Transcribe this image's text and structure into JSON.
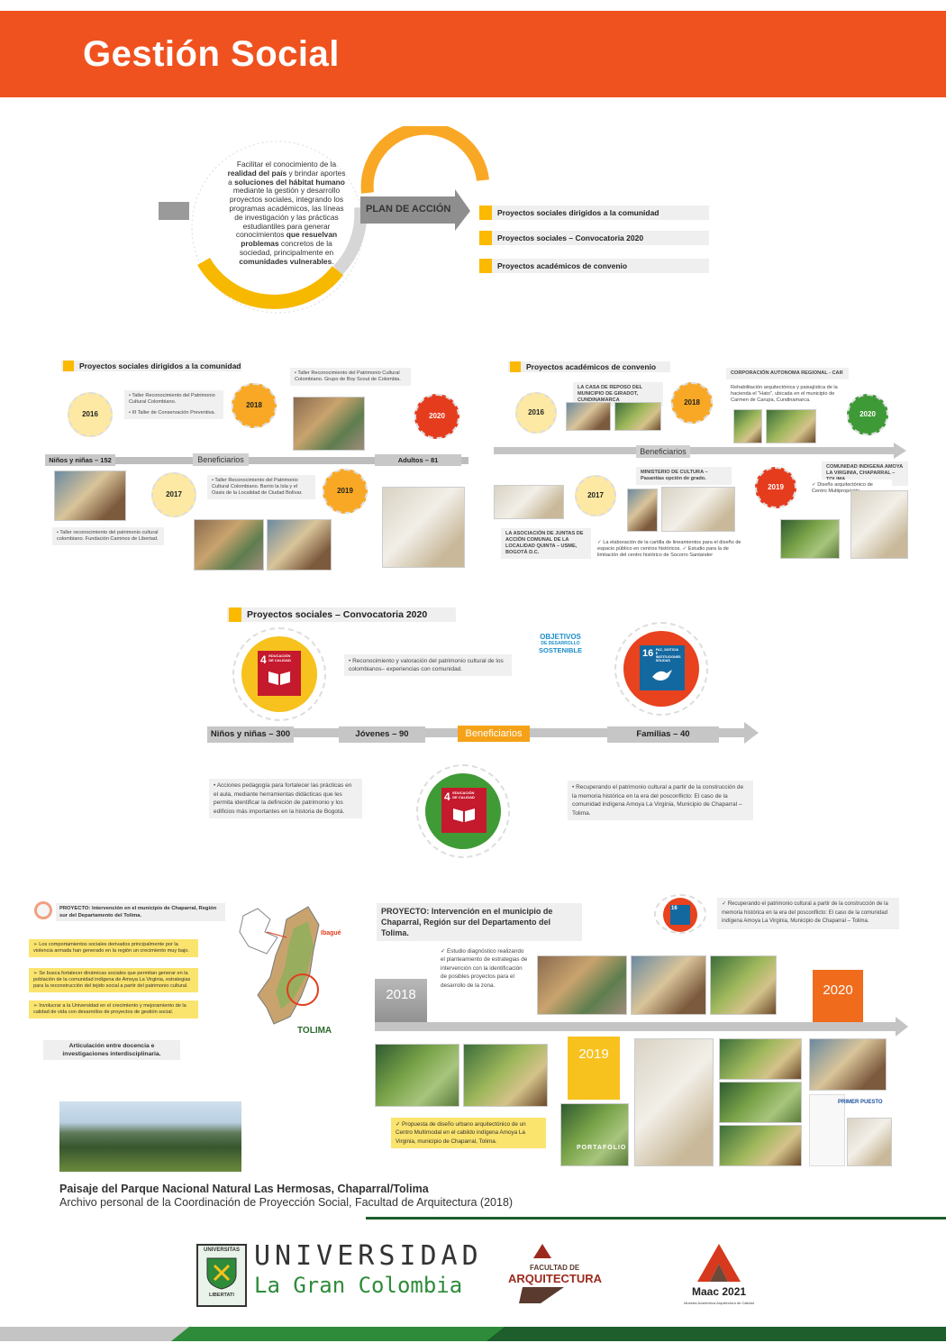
{
  "header": {
    "title": "Gestión Social"
  },
  "plan": {
    "intro_1": "Facilitar el conocimiento de la",
    "intro_2": "realidad del país",
    "intro_3": " y brindar aportes a",
    "intro_4": "soluciones del hábitat humano",
    "intro_5": " mediante la gestión y desarrollo proyectos sociales, integrando los programas académicos, las líneas de investigación y las prácticas estudiantiles para generar conocimientos ",
    "intro_6": "que resuelvan problemas",
    "intro_7": " concretos de la sociedad, principalmente en ",
    "intro_8": "comunidades vulnerables",
    "intro_9": ".",
    "label": "PLAN DE ACCIÓN",
    "items": [
      "Proyectos sociales dirigidos a la comunidad",
      "Proyectos sociales – Convocatoria 2020",
      "Proyectos académicos de convenio"
    ]
  },
  "comunidad": {
    "title": "Proyectos sociales dirigidos a la comunidad",
    "years": [
      "2016",
      "2017",
      "2018",
      "2019",
      "2020"
    ],
    "left_label": "Niños y niñas – 152",
    "center_label": "Beneficiarios",
    "right_label": "Adultos – 81",
    "note_2016": "• Taller Reconocimiento del Patrimonio Cultural Colombiano.",
    "note_2016b": "• III Taller de Conservación Preventiva.",
    "note_2018": "• Taller Reconocimiento del Patrimonio Cultural Colombiano. Grupo de Boy Scout de Colombia.",
    "note_2017": "• Taller reconocimiento del patrimonio cultural colombiano. Fundación Caminos de Libertad.",
    "note_2019": "• Taller Reconocimiento del Patrimonio Cultural Colombiano. Barrio la Isla y el Oasis de la Localidad de Ciudad Bolívar."
  },
  "convenio": {
    "title": "Proyectos académicos de convenio",
    "years": [
      "2016",
      "2017",
      "2018",
      "2019",
      "2020"
    ],
    "center_label": "Beneficiarios",
    "note_2016": "LA CASA DE REPOSO DEL MUNICIPIO DE GIRADOT, CUNDINAMARCA",
    "note_car": "CORPORACIÓN AUTONOMA REGIONAL - CAR",
    "note_car_body": "Rehabilitación arquitectónica y paisajística de la hacienda el \"Hato\", ubicada en el municipio de Carmen de Carupa, Cundinamarca.",
    "note_2017": "LA ASOCIACIÓN DE JUNTAS DE ACCIÓN COMUNAL DE LA LOCALIDAD QUINTA – USME, BOGOTÁ D.C.",
    "note_mincultura": "MINISTERIO DE CULTURA – Pasantías opción de grado.",
    "note_mincultura_body": "✓ La elaboración de la cartilla de lineamientos para el diseño de espacio público en centros históricos. ✓ Estudio para la de limitación del centro histórico de Socorro Santander",
    "note_amoya": "COMUNIDAD INDIGENA AMOYA LA VIRGINIA, CHAPARRAL – TOLIMA",
    "note_amoya_body": "✓ Diseño arquitectónico de Centro Multipropósito"
  },
  "convocatoria": {
    "title": "Proyectos sociales – Convocatoria 2020",
    "ods4": "4",
    "ods4_text": "EDUCACIÓN DE CALIDAD",
    "ods16": "16",
    "ods16_text": "PAZ, JUSTICIA E INSTITUCIONES SÓLIDAS",
    "objetivos_1": "OBJETIVOS",
    "objetivos_2": "DE DESARROLLO",
    "objetivos_3": "SOSTENIBLE",
    "note_top": "• Reconocimiento y valoración del patrimonio cultural de los colombianos– experiencias con comunidad.",
    "labels": [
      "Niños y niñas – 300",
      "Jóvenes – 90",
      "Beneficiarios",
      "Familias – 40"
    ],
    "note_left": "• Acciones pedagogía para fortalecer las prácticas en el aula, mediante herramientas didácticas que les permita identificar la definición de patrimonio y los edificios más importantes en la historia de Bogotá.",
    "note_right": "• Recuperando el patrimonio cultural a partir de la construcción de la memoria histórica en la era del posconflicto: El caso de la comunidad indígena Amoya La Virginia, Municipio de Chaparral – Tolima."
  },
  "proyecto": {
    "head_left": "PROYECTO: Intervención en el municipio de Chaparral, Región sur del Departamento del Tolima.",
    "bullets": [
      "➢ Los comportamientos sociales derivados principalmente por la violencia armada han generado en la región un crecimiento muy bajo.",
      "➢ Se busca fortalecer dinámicas sociales que permitan generar en la población de la comunidad indígena de Amoya La Virginia, estrategias para la reconstrucción del tejido social a partir del patrimonio cultural.",
      "➢ Involucrar a la Universidad en el crecimiento y mejoramiento de la calidad de vida con desarrollos de proyectos de gestión social."
    ],
    "articulacion": "Articulación entre docencia e investigaciones interdisciplinaria.",
    "map_city": "Ibagué",
    "map_label": "TOLIMA",
    "head_center": "PROYECTO: Intervención en el municipio de Chaparral, Región sur del Departamento del Tolima.",
    "ods16_note": "✓ Recuperando el patrimonio cultural a partir de la construcción de la memoria histórica en la era del posconflicto: El caso de la comunidad indígena Amoya La Virginia, Municipio de Chaparral – Tolima.",
    "estudio": "✓ Estudio diagnóstico realizando el planteamiento de estrategias de intervención con la identificación de posibles proyectos para el desarrollo de la zona.",
    "propuesta": "✓ Propuesta de diseño urbano arquitectónico de un Centro Multimodal en el cabildo indígena Amoya La Virginia, municipio de Chaparral, Tolima.",
    "years": [
      "2018",
      "2019",
      "2020"
    ],
    "portafolio": "PORTAFOLIO",
    "primer_puesto": "PRIMER PUESTO"
  },
  "caption": {
    "line1": "Paisaje del Parque Nacional Natural Las Hermosas, Chaparral/Tolima",
    "line2": "Archivo personal de la Coordinación de Proyección Social, Facultad de Arquitectura (2018)"
  },
  "footer": {
    "uni_1": "UNIVERSIDAD",
    "uni_2": "La Gran Colombia",
    "seal_top": "UNIVERSITAS",
    "seal_bottom": "LIBERTATI",
    "facultad_1": "FACULTAD DE",
    "facultad_2": "ARQUITECTURA",
    "maac": "Maac 2021",
    "maac_sub": "Muestra Académica Arquitectura de Calidad"
  },
  "colors": {
    "accent": "#f0521f",
    "yellow": "#fbb900",
    "green": "#2e8b3a",
    "dark_green": "#1d5e2c",
    "gray": "#c4c4c4"
  }
}
